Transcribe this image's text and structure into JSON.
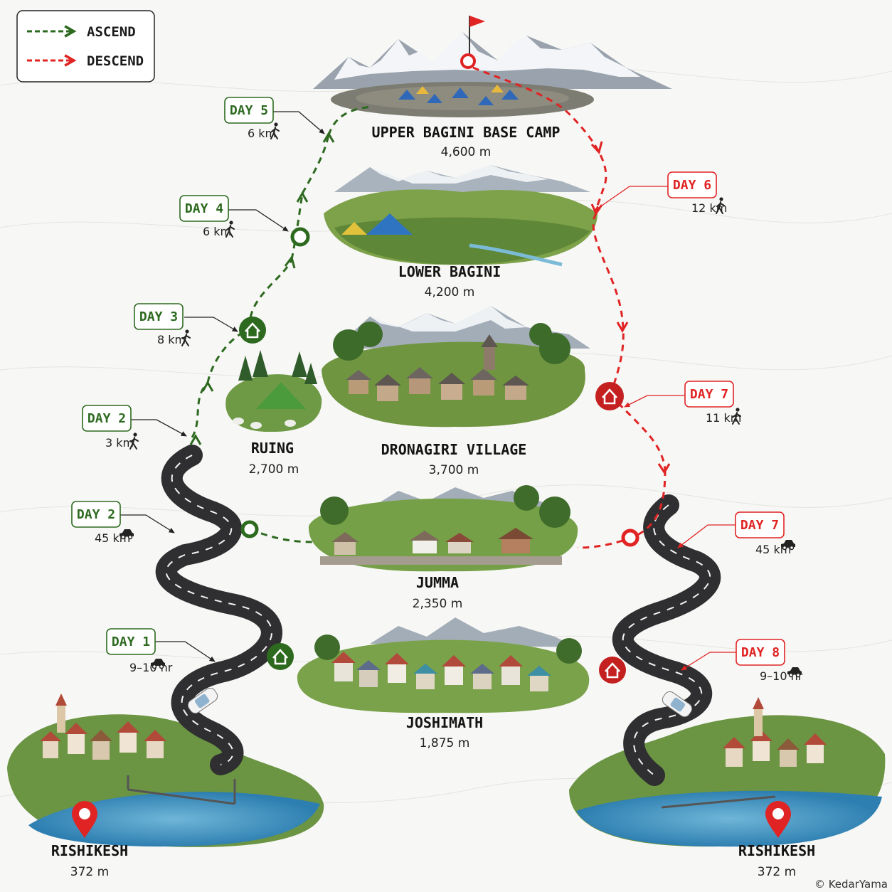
{
  "legend": {
    "ascend_label": "ASCEND",
    "descend_label": "DESCEND",
    "ascend_color": "#2d6a1f",
    "descend_color": "#e02424"
  },
  "places": {
    "summit": {
      "name": "UPPER BAGINI BASE CAMP",
      "elevation": "4,600 m"
    },
    "lower_bagini": {
      "name": "LOWER BAGINI",
      "elevation": "4,200 m"
    },
    "ruing": {
      "name": "RUING",
      "elevation": "2,700 m"
    },
    "dronagiri": {
      "name": "DRONAGIRI VILLAGE",
      "elevation": "3,700 m"
    },
    "jumma": {
      "name": "JUMMA",
      "elevation": "2,350 m"
    },
    "joshimath": {
      "name": "JOSHIMATH",
      "elevation": "1,875 m"
    },
    "rishikesh_left": {
      "name": "RISHIKESH",
      "elevation": "372 m"
    },
    "rishikesh_right": {
      "name": "RISHIKESH",
      "elevation": "372 m"
    }
  },
  "ascend_days": [
    {
      "label": "DAY 5",
      "detail": "6 km",
      "mode": "walk"
    },
    {
      "label": "DAY 4",
      "detail": "6 km",
      "mode": "walk"
    },
    {
      "label": "DAY 3",
      "detail": "8 km",
      "mode": "walk"
    },
    {
      "label": "DAY 2",
      "detail": "3 km",
      "mode": "walk"
    },
    {
      "label": "DAY 2",
      "detail": "45 km",
      "mode": "car"
    },
    {
      "label": "DAY 1",
      "detail": "9–10 hr",
      "mode": "car"
    }
  ],
  "descend_days": [
    {
      "label": "DAY 6",
      "detail": "12 km",
      "mode": "walk"
    },
    {
      "label": "DAY 7",
      "detail": "11 km",
      "mode": "walk"
    },
    {
      "label": "DAY 7",
      "detail": "45 km",
      "mode": "car"
    },
    {
      "label": "DAY 8",
      "detail": "9–10 hr",
      "mode": "car"
    }
  ],
  "icons": {
    "walk": "hiker-icon",
    "car": "car-icon",
    "home": "home-icon",
    "pin": "location-pin-icon",
    "flag": "summit-flag-icon"
  },
  "credit": "© KedarYama"
}
